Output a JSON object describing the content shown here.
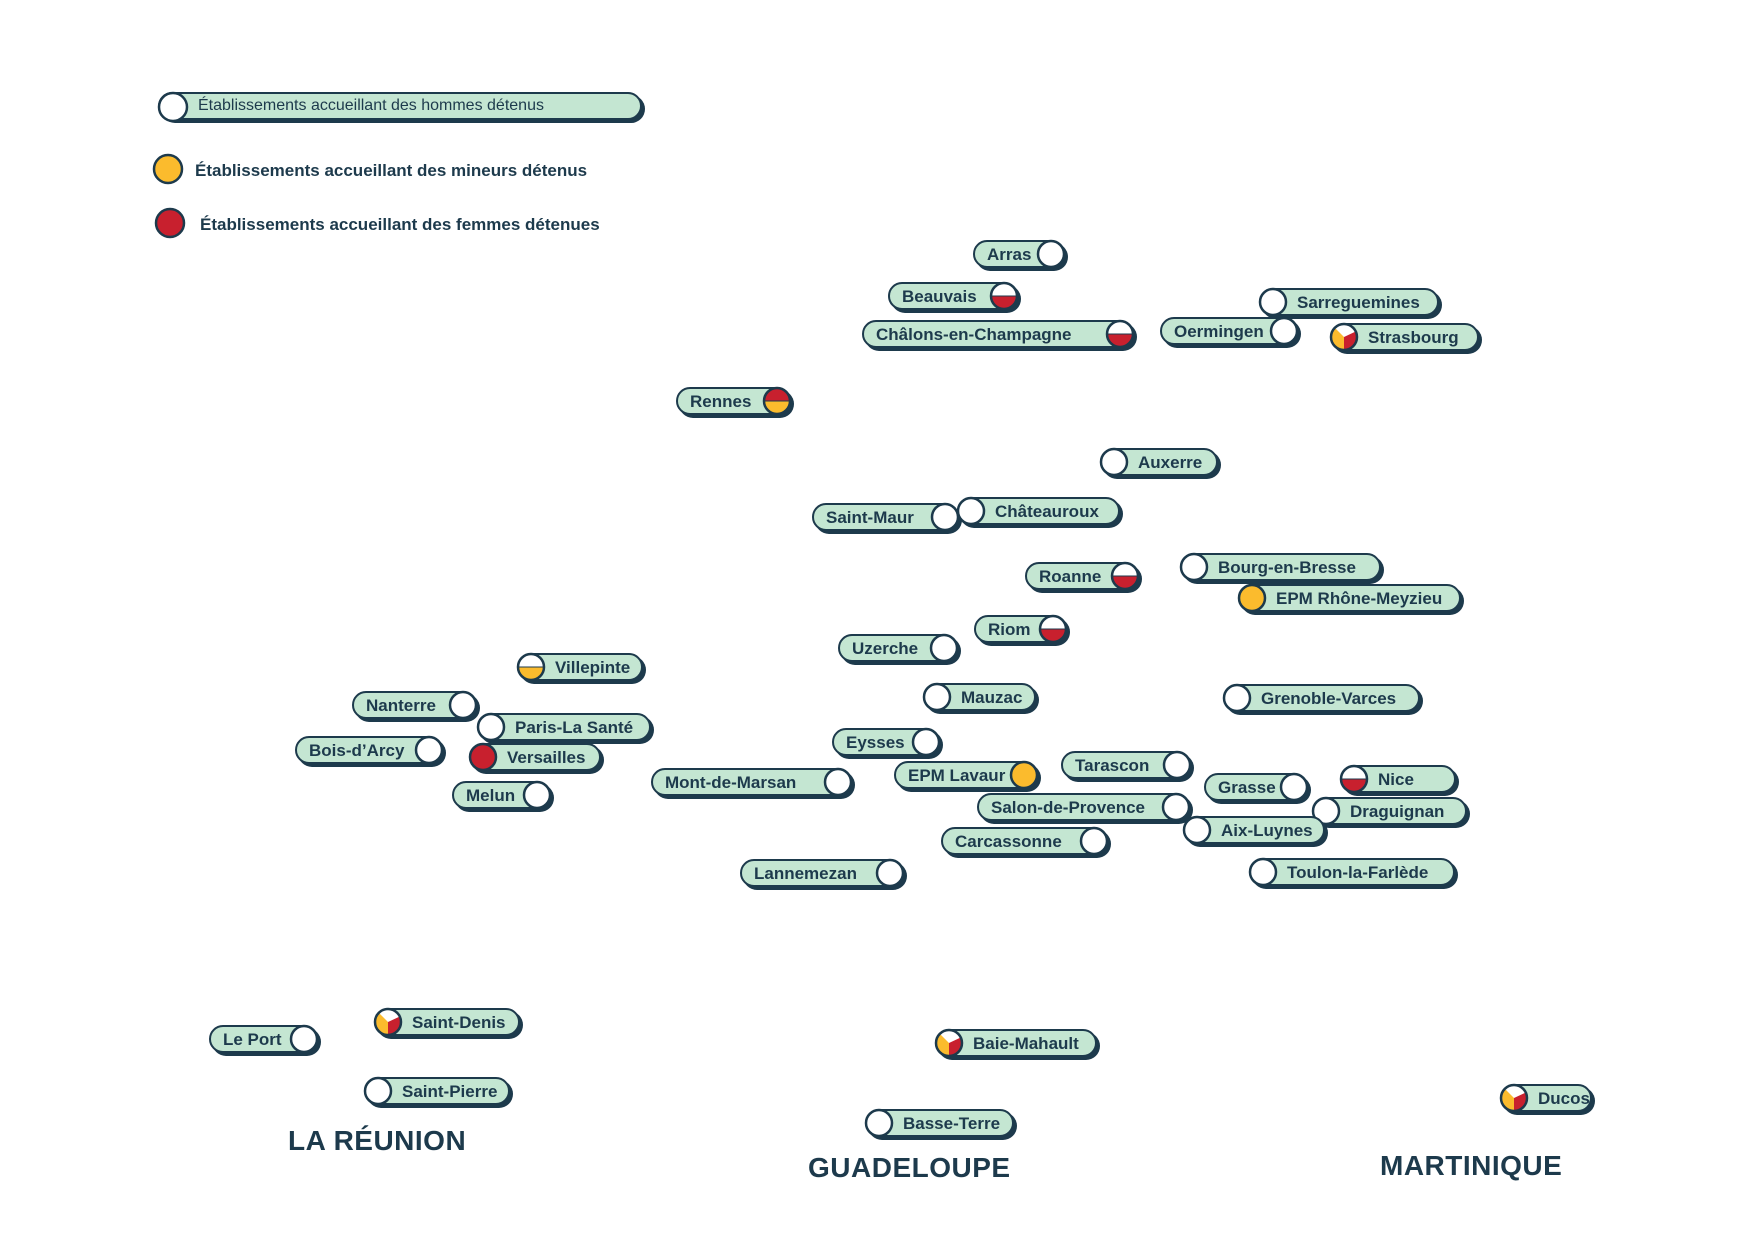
{
  "colors": {
    "pill_fill": "#c4e6d2",
    "outline": "#1d3a4c",
    "men": "#ffffff",
    "minors": "#fbbb2d",
    "women": "#c8202e"
  },
  "legend": {
    "men": "Établissements accueillant des hommes détenus",
    "minors": "Établissements accueillant des mineurs détenus",
    "women": "Établissements accueillant des femmes détenues"
  },
  "regions": {
    "reunion": "LA RÉUNION",
    "guadeloupe": "GUADELOUPE",
    "martinique": "MARTINIQUE"
  },
  "establishments": [
    {
      "name": "Arras",
      "type": "men"
    },
    {
      "name": "Beauvais",
      "type": "men-women"
    },
    {
      "name": "Châlons-en-Champagne",
      "type": "men-women"
    },
    {
      "name": "Sarreguemines",
      "type": "men"
    },
    {
      "name": "Oermingen",
      "type": "men"
    },
    {
      "name": "Strasbourg",
      "type": "men-minors-women"
    },
    {
      "name": "Rennes",
      "type": "women-minors"
    },
    {
      "name": "Auxerre",
      "type": "men"
    },
    {
      "name": "Saint-Maur",
      "type": "men"
    },
    {
      "name": "Châteauroux",
      "type": "men"
    },
    {
      "name": "Roanne",
      "type": "men-women"
    },
    {
      "name": "Bourg-en-Bresse",
      "type": "men"
    },
    {
      "name": "EPM Rhône-Meyzieu",
      "type": "minors"
    },
    {
      "name": "Riom",
      "type": "men-women"
    },
    {
      "name": "Uzerche",
      "type": "men"
    },
    {
      "name": "Villepinte",
      "type": "men-minors"
    },
    {
      "name": "Grenoble-Varces",
      "type": "men"
    },
    {
      "name": "Mauzac",
      "type": "men"
    },
    {
      "name": "Nanterre",
      "type": "men"
    },
    {
      "name": "Paris-La Santé",
      "type": "men"
    },
    {
      "name": "Bois-d’Arcy",
      "type": "men"
    },
    {
      "name": "Versailles",
      "type": "women"
    },
    {
      "name": "Eysses",
      "type": "men"
    },
    {
      "name": "Melun",
      "type": "men"
    },
    {
      "name": "Mont-de-Marsan",
      "type": "men"
    },
    {
      "name": "EPM Lavaur",
      "type": "minors"
    },
    {
      "name": "Tarascon",
      "type": "men"
    },
    {
      "name": "Grasse",
      "type": "men"
    },
    {
      "name": "Nice",
      "type": "men-women"
    },
    {
      "name": "Salon-de-Provence",
      "type": "men"
    },
    {
      "name": "Draguignan",
      "type": "men"
    },
    {
      "name": "Aix-Luynes",
      "type": "men"
    },
    {
      "name": "Carcassonne",
      "type": "men"
    },
    {
      "name": "Lannemezan",
      "type": "men"
    },
    {
      "name": "Toulon-la-Farlède",
      "type": "men"
    },
    {
      "name": "Le Port",
      "type": "men"
    },
    {
      "name": "Saint-Denis",
      "type": "men-minors-women"
    },
    {
      "name": "Saint-Pierre",
      "type": "men"
    },
    {
      "name": "Baie-Mahault",
      "type": "men-minors-women"
    },
    {
      "name": "Basse-Terre",
      "type": "men"
    },
    {
      "name": "Ducos",
      "type": "men-minors-women"
    }
  ]
}
